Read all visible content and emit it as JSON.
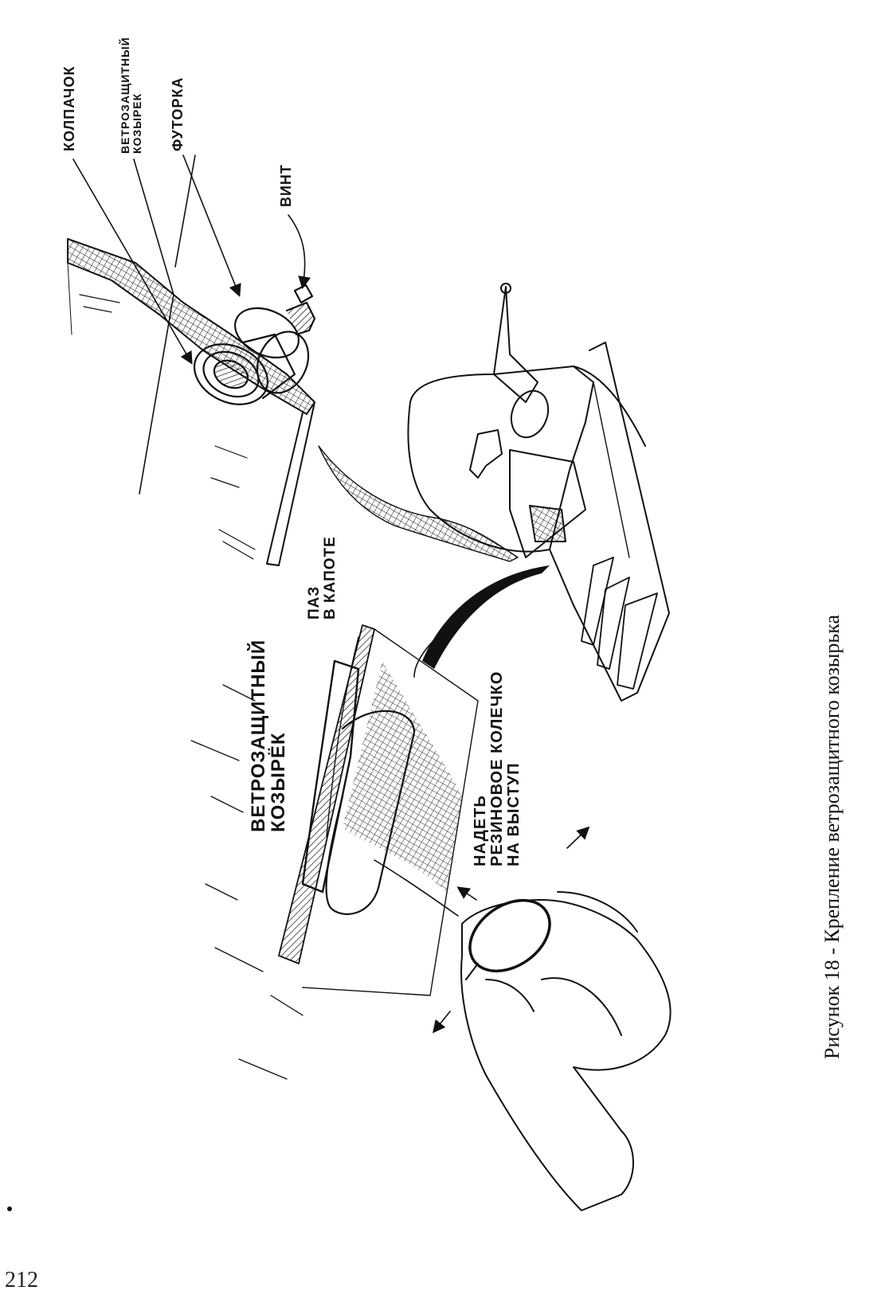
{
  "figure": {
    "labels": {
      "cap": "КОЛПАЧОК",
      "visor_top": "ВЕТРОЗАЩИТНЫЙ\nКОЗЫРЕК",
      "bushing": "ФУТОРКА",
      "screw": "ВИНТ",
      "groove": "ПАЗ\nВ КАПОТЕ",
      "visor_bottom": "ВЕТРОЗАЩИТНЫЙ\nКОЗЫРЁК",
      "instruction": "НАДЕТЬ\nРЕЗИНОВОЕ КОЛЕЧКО\nНА ВЫСТУП"
    },
    "caption": "Рисунок 18 - Крепление ветрозащитного козырька"
  },
  "page": {
    "number": "212"
  }
}
